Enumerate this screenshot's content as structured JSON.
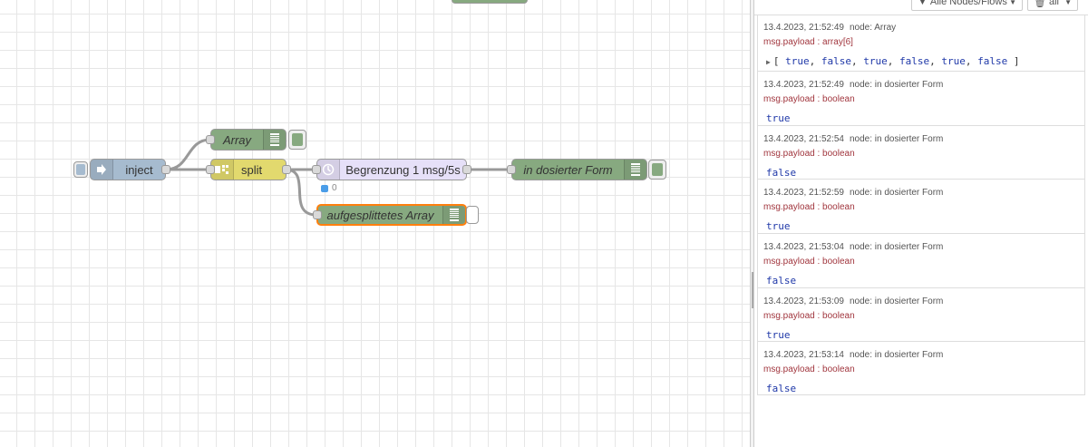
{
  "workspace": {
    "nodes": {
      "inject": {
        "label": "inject",
        "color": "#a6bbcf"
      },
      "split": {
        "label": "split",
        "color": "#e2d96e"
      },
      "array": {
        "label": "Array",
        "color": "#87a980"
      },
      "delay": {
        "label": "Begrenzung 1 msg/5s",
        "color": "#e6e0f8",
        "status": "0"
      },
      "dosiert": {
        "label": "in dosierter Form",
        "color": "#87a980"
      },
      "aufgesplittet": {
        "label": "aufgesplittetes Array",
        "color": "#87a980",
        "selected_border": "#ff7f0e"
      }
    }
  },
  "sidebar": {
    "filter_nodes": "Alle Nodes/Flows",
    "filter_all": "all",
    "messages": [
      {
        "time": "13.4.2023, 21:52:49",
        "node": "node: Array",
        "type": "msg.payload : array[6]",
        "array_open": "[",
        "items": [
          "true",
          "false",
          "true",
          "false",
          "true",
          "false"
        ],
        "array_close": "]"
      },
      {
        "time": "13.4.2023, 21:52:49",
        "node": "node: in dosierter Form",
        "type": "msg.payload : boolean",
        "value": "true"
      },
      {
        "time": "13.4.2023, 21:52:54",
        "node": "node: in dosierter Form",
        "type": "msg.payload : boolean",
        "value": "false"
      },
      {
        "time": "13.4.2023, 21:52:59",
        "node": "node: in dosierter Form",
        "type": "msg.payload : boolean",
        "value": "true"
      },
      {
        "time": "13.4.2023, 21:53:04",
        "node": "node: in dosierter Form",
        "type": "msg.payload : boolean",
        "value": "false"
      },
      {
        "time": "13.4.2023, 21:53:09",
        "node": "node: in dosierter Form",
        "type": "msg.payload : boolean",
        "value": "true"
      },
      {
        "time": "13.4.2023, 21:53:14",
        "node": "node: in dosierter Form",
        "type": "msg.payload : boolean",
        "value": "false"
      }
    ]
  }
}
